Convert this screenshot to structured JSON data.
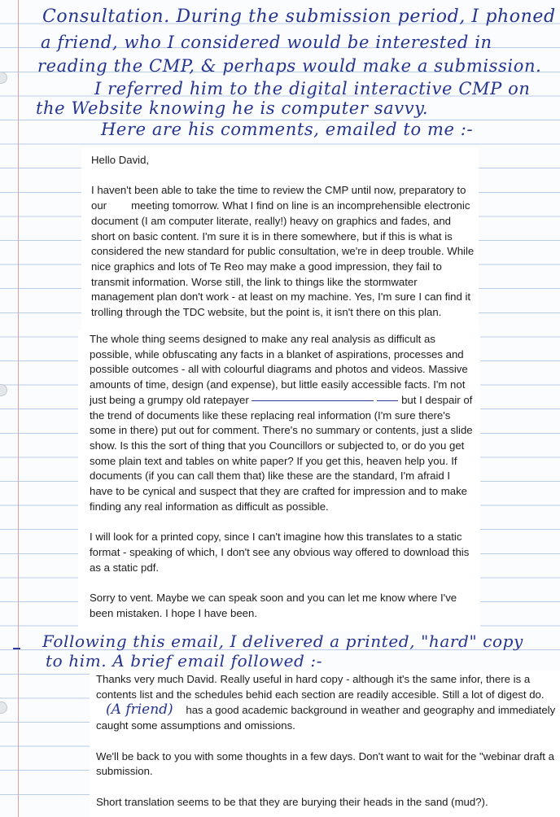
{
  "handwritten": {
    "line1": "Consultation. During the submission period, I phoned",
    "line2": "a friend, who I considered would be interested in",
    "line3": "reading the CMP, & perhaps would make a submission.",
    "line4": "I referred him to the digital interactive CMP on",
    "line5": "the Website knowing he is computer savvy.",
    "line6": "Here are his comments, emailed to me :-",
    "line7": "Following this email, I delivered a printed, \"hard\" copy",
    "line8": "to him. A brief email followed :-",
    "annotation_friend": "(A friend)"
  },
  "email1": {
    "greeting": "Hello David,",
    "para1_a": "I haven't been able to take the time to review the CMP until now, preparatory to our",
    "para1_b": "meeting tomorrow. What I find on line is an incomprehensible electronic document (I am computer literate, really!) heavy on graphics and fades, and short on basic content.  I'm sure it is in there somewhere, but if this is what is considered the new standard for public consultation, we're in deep trouble. While nice graphics and lots of Te Reo may make a good impression, they fail to transmit information. Worse still, the link to things like the stormwater management plan don't work - at least on my machine. Yes, I'm sure I can find it trolling through the TDC website, but the point is, it isn't there on this plan.",
    "para2_a": "The whole thing seems designed to make any real analysis as difficult as possible, while obfuscating any facts in a blanket of aspirations, processes and possible outcomes - all with colourful diagrams and photos and videos. Massive amounts of time, design (and expense), but little easily accessible facts. I'm not just being a grumpy old ratepayer",
    "para2_b": "but I despair of the trend of documents like these replacing real information (I'm sure there's some in there) put out for comment. There's no summary or contents, just a slide show. Is this the sort of thing that you Councillors or subjected to, or do you get some plain text and tables on white paper? If you get this, heaven help you. If documents (if you can call them that) like these are the standard, I'm afraid I have to be cynical and suspect that they are crafted for impression and to make finding any real information as difficult as possible.",
    "para3": "I will look for a printed copy, since I can't imagine how this translates to a static format - speaking of which, I don't see any obvious way offered to download this as a static pdf.",
    "para4": "Sorry to vent. Maybe we can speak soon and you can let me know where I've been mistaken. I hope I have been."
  },
  "email2": {
    "para1_a": "Thanks very much David. Really useful in hard copy - although it's the same infor, there is a contents list and the schedules behid each section are readily accesible.  Still a lot of digest do.",
    "para1_b": "has a good academic background in weather and geography and immediately caught some assumptions and omissions.",
    "para2": "We'll be back to you with some thoughts in a few days. Don't want to wait for the \"webinar draft a submission.",
    "para3": "Short translation seems to be that they are burying their heads in the sand (mud?)."
  }
}
